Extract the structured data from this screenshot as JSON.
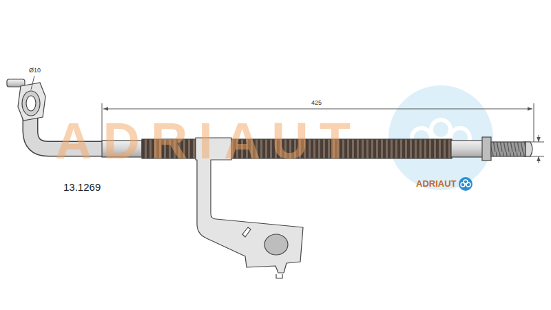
{
  "diagram": {
    "labels": [
      "Ø10",
      "425",
      "13.1269",
      "ADRIAUT",
      "ADRIAUT"
    ]
  }
}
